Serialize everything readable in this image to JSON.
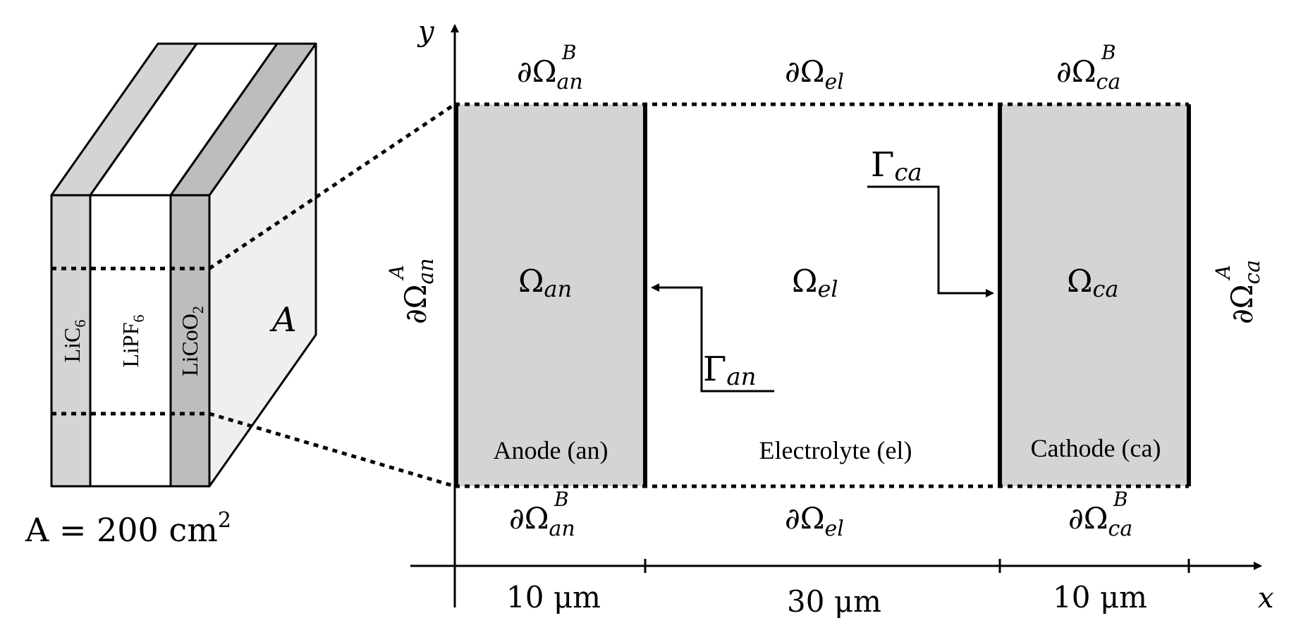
{
  "cell": {
    "layers": [
      "LiC",
      "LiPF",
      "LiCoO"
    ],
    "layer_subs": [
      "6",
      "6",
      "2"
    ],
    "face_label": "A",
    "area_label": "A = 200 cm",
    "area_sup": "2"
  },
  "axes": {
    "x_label": "x",
    "y_label": "y"
  },
  "regions": {
    "anode": {
      "symbol": "Ω",
      "sub": "an",
      "name": "Anode (an)"
    },
    "electrolyte": {
      "symbol": "Ω",
      "sub": "el",
      "name": "Electrolyte (el)"
    },
    "cathode": {
      "symbol": "Ω",
      "sub": "ca",
      "name": "Cathode (ca)"
    }
  },
  "boundaries": {
    "an_top": {
      "text": "∂Ω",
      "sub": "an",
      "sup": "B"
    },
    "el_top": {
      "text": "∂Ω",
      "sub": "el"
    },
    "ca_top": {
      "text": "∂Ω",
      "sub": "ca",
      "sup": "B"
    },
    "an_bottom": {
      "text": "∂Ω",
      "sub": "an",
      "sup": "B"
    },
    "el_bottom": {
      "text": "∂Ω",
      "sub": "el"
    },
    "ca_bottom": {
      "text": "∂Ω",
      "sub": "ca",
      "sup": "B"
    },
    "an_left": {
      "text": "∂Ω",
      "sub": "an",
      "sup": "A"
    },
    "ca_right": {
      "text": "∂Ω",
      "sub": "ca",
      "sup": "A"
    }
  },
  "interfaces": {
    "anode": {
      "symbol": "Γ",
      "sub": "an"
    },
    "cathode": {
      "symbol": "Γ",
      "sub": "ca"
    }
  },
  "dimensions": {
    "anode": "10 μm",
    "electrolyte": "30 μm",
    "cathode": "10 μm"
  },
  "colors": {
    "electrode_fill": "#d4d4d4",
    "face_fill": "#efefef",
    "stroke": "#000000"
  }
}
